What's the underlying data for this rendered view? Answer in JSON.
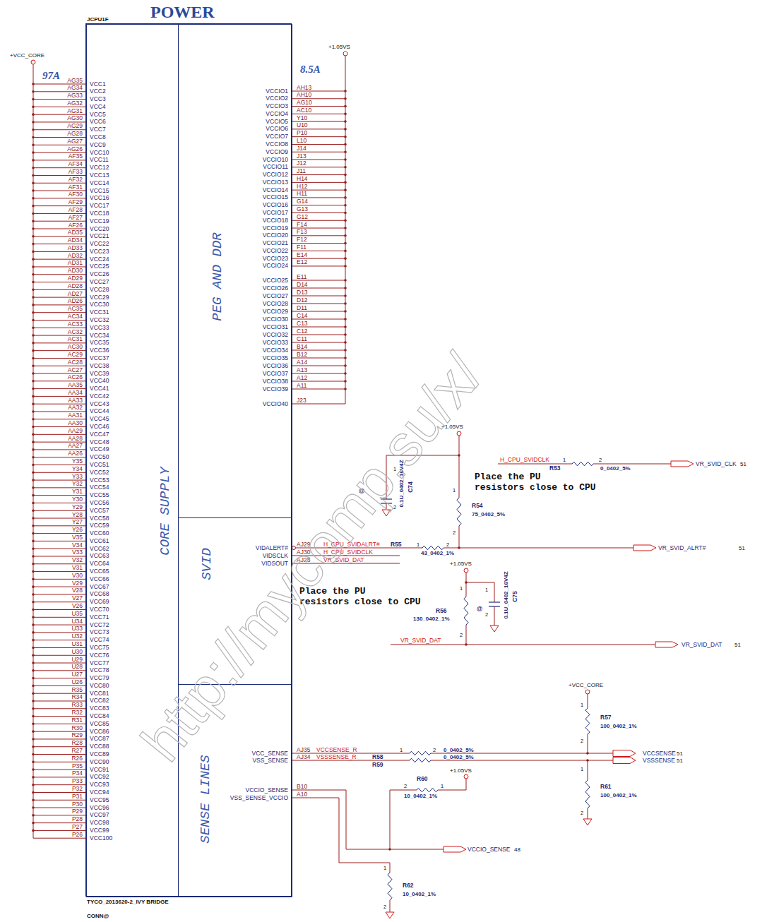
{
  "diagram": {
    "title": "POWER",
    "nodes": [
      {
        "text": [
          "JCPU1F"
        ]
      },
      {
        "text": [
          "CORE SUPPLY"
        ],
        "in": 0
      },
      {
        "text": [
          "PEG AND DDR"
        ],
        "in": 0
      },
      {
        "text": [
          "SVID"
        ],
        "in": 0
      },
      {
        "text": [
          "SENSE LINES"
        ],
        "in": 0
      }
    ],
    "labels": [
      "AG35",
      "VCC1",
      "AG34",
      "VCC2",
      "AG33",
      "VCC3",
      "AG32",
      "VCC4",
      "AG31",
      "VCC5",
      "AG30",
      "VCC6",
      "AG29",
      "VCC7",
      "AG28",
      "VCC8",
      "AG27",
      "VCC9",
      "AG26",
      "VCC10",
      "AF35",
      "VCC11",
      "AF34",
      "VCC12",
      "AF33",
      "VCC13",
      "AF32",
      "VCC14",
      "AF31",
      "VCC15",
      "AF30",
      "VCC16",
      "AF29",
      "VCC17",
      "AF28",
      "VCC18",
      "AF27",
      "VCC19",
      "AF26",
      "VCC20",
      "AD35",
      "VCC21",
      "AD34",
      "VCC22",
      "AD33",
      "VCC23",
      "AD32",
      "VCC24",
      "AD31",
      "VCC25",
      "AD30",
      "VCC26",
      "AD29",
      "VCC27",
      "AD28",
      "VCC28",
      "AD27",
      "VCC29",
      "AD26",
      "VCC30",
      "AC35",
      "VCC31",
      "AC34",
      "VCC32",
      "AC33",
      "VCC33",
      "AC32",
      "VCC34",
      "AC31",
      "VCC35",
      "AC30",
      "VCC36",
      "AC29",
      "VCC37",
      "AC28",
      "VCC38",
      "AC27",
      "VCC39",
      "AC26",
      "VCC40",
      "AA35",
      "VCC41",
      "AA34",
      "VCC42",
      "AA33",
      "VCC43",
      "AA32",
      "VCC44",
      "AA31",
      "VCC45",
      "AA30",
      "VCC46",
      "AA29",
      "VCC47",
      "AA28",
      "VCC48",
      "AA27",
      "VCC49",
      "AA26",
      "VCC50",
      "Y35",
      "VCC51",
      "Y34",
      "VCC52",
      "Y33",
      "VCC53",
      "Y32",
      "VCC54",
      "Y31",
      "VCC55",
      "Y30",
      "VCC56",
      "Y29",
      "VCC57",
      "Y28",
      "VCC58",
      "Y27",
      "VCC59",
      "Y26",
      "VCC60",
      "V35",
      "VCC61",
      "V34",
      "VCC62",
      "V33",
      "VCC63",
      "V32",
      "VCC64",
      "V31",
      "VCC65",
      "V30",
      "VCC66",
      "V29",
      "VCC67",
      "V28",
      "VCC68",
      "V27",
      "VCC69",
      "V26",
      "VCC70",
      "U35",
      "VCC71",
      "U34",
      "VCC72",
      "U33",
      "VCC73",
      "U32",
      "VCC74",
      "U31",
      "VCC75",
      "U30",
      "VCC76",
      "U29",
      "VCC77",
      "U28",
      "VCC78",
      "U27",
      "VCC79",
      "U26",
      "VCC80",
      "R35",
      "VCC81",
      "R34",
      "VCC82",
      "R33",
      "VCC83",
      "R32",
      "VCC84",
      "R31",
      "VCC85",
      "R30",
      "VCC86",
      "R29",
      "VCC87",
      "R28",
      "VCC88",
      "R27",
      "VCC89",
      "R26",
      "VCC90",
      "P35",
      "VCC91",
      "P34",
      "VCC92",
      "P33",
      "VCC93",
      "P32",
      "VCC94",
      "P31",
      "VCC95",
      "P30",
      "VCC96",
      "P29",
      "VCC97",
      "P28",
      "VCC98",
      "P27",
      "VCC99",
      "P26",
      "VCC100",
      "AH13",
      "VCCIO1",
      "AH10",
      "VCCIO2",
      "AG10",
      "VCCIO3",
      "AC10",
      "VCCIO4",
      "Y10",
      "VCCIO5",
      "U10",
      "VCCIO6",
      "P10",
      "VCCIO7",
      "L10",
      "VCCIO8",
      "J14",
      "VCCIO9",
      "J13",
      "VCCIO10",
      "J12",
      "VCCIO11",
      "J11",
      "VCCIO12",
      "H14",
      "VCCIO13",
      "H12",
      "VCCIO14",
      "H11",
      "VCCIO15",
      "G14",
      "VCCIO16",
      "G13",
      "VCCIO17",
      "G12",
      "VCCIO18",
      "F14",
      "VCCIO19",
      "F13",
      "VCCIO20",
      "F12",
      "VCCIO21",
      "F11",
      "VCCIO22",
      "E14",
      "VCCIO23",
      "E12",
      "VCCIO24",
      "E11",
      "VCCIO25",
      "D14",
      "VCCIO26",
      "D13",
      "VCCIO27",
      "D12",
      "VCCIO28",
      "D11",
      "VCCIO29",
      "C14",
      "VCCIO30",
      "C13",
      "VCCIO31",
      "C12",
      "VCCIO32",
      "C11",
      "VCCIO33",
      "B14",
      "VCCIO34",
      "B12",
      "VCCIO35",
      "A14",
      "VCCIO36",
      "A13",
      "VCCIO37",
      "A12",
      "VCCIO38",
      "A11",
      "VCCIO39",
      "J23",
      "VCCIO40",
      "+VCC_CORE",
      "97A",
      "+1.05VS",
      "8.5A",
      "AJ29",
      "VIDALERT#",
      "AJ30",
      "VIDSCLK",
      "AJ28",
      "VIDSOUT",
      "H_CPU_SVIDALRT#",
      "H_CPU_SVIDCLK",
      "VR_SVID_DAT",
      "R55",
      "1",
      "2",
      "43_0402_1%",
      "VR_SVID_ALRT#",
      "51",
      "+1.05VS",
      "1",
      "0.1U_0402_16V4Z",
      "C74",
      "2",
      "@",
      "1",
      "R54",
      "75_0402_5%",
      "2",
      "H_CPU_SVIDCLK",
      "1",
      "2",
      "R53",
      "0_0402_5%",
      "VR_SVID_CLK",
      "51",
      "Place the PU resistors close to CPU",
      "+1.05VS",
      "1",
      "R56",
      "130_0402_1%",
      "2",
      "0.1U_0402_16V4Z",
      "C75",
      "1",
      "2",
      "@",
      "Place the PU resistors close to CPU",
      "VR_SVID_DAT",
      "VR_SVID_DAT",
      "51",
      "AJ35",
      "VCC_SENSE",
      "AJ34",
      "VSS_SENSE",
      "VCCSENSE_R",
      "VSSSENSE_R",
      "1",
      "2",
      "0_0402_5%",
      "0_0402_5%",
      "R58",
      "R59",
      "VCCSENSE",
      "51",
      "VSSSENSE",
      "51",
      "+VCC_CORE",
      "1",
      "R57",
      "100_0402_1%",
      "2",
      "1",
      "R61",
      "100_0402_1%",
      "2",
      "B10",
      "VCCIO_SENSE",
      "A10",
      "VSS_SENSE_VCCIO",
      "+1.05VS",
      "R60",
      "2",
      "1",
      "10_0402_1%",
      "VCCIO_SENSE",
      "48",
      "1",
      "R62",
      "10_0402_1%",
      "2",
      "TYCO_2013620-2_IVY BRIDGE",
      "CONN@",
      "http://mycomp.su/x/"
    ]
  }
}
